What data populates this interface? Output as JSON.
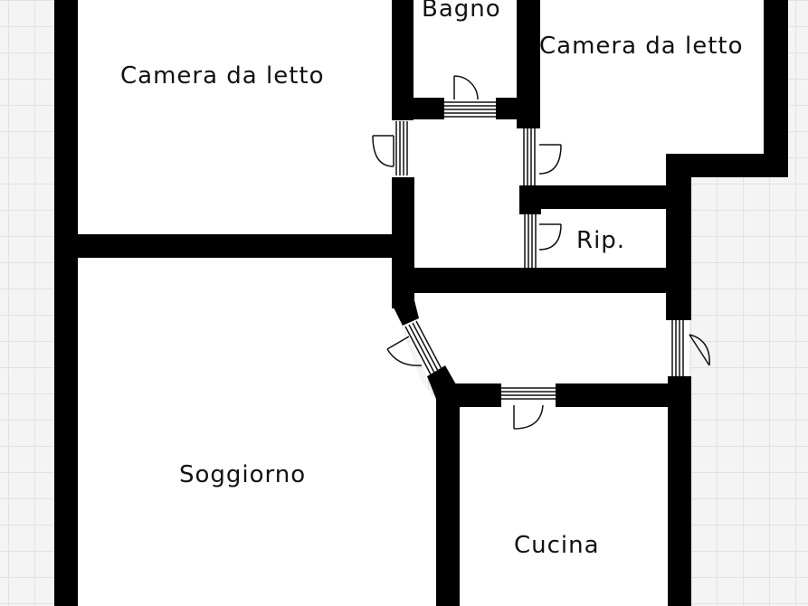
{
  "rooms": {
    "bedroom_1": "Camera da letto",
    "bathroom": "Bagno",
    "bedroom_2": "Camera da letto",
    "storage": "Rip.",
    "living_room": "Soggiorno",
    "kitchen": "Cucina"
  },
  "colors": {
    "wall": "#000000",
    "room_fill": "#ffffff",
    "grid": "#e2e2e2",
    "background": "#f4f4f4",
    "door_line": "#111111"
  }
}
